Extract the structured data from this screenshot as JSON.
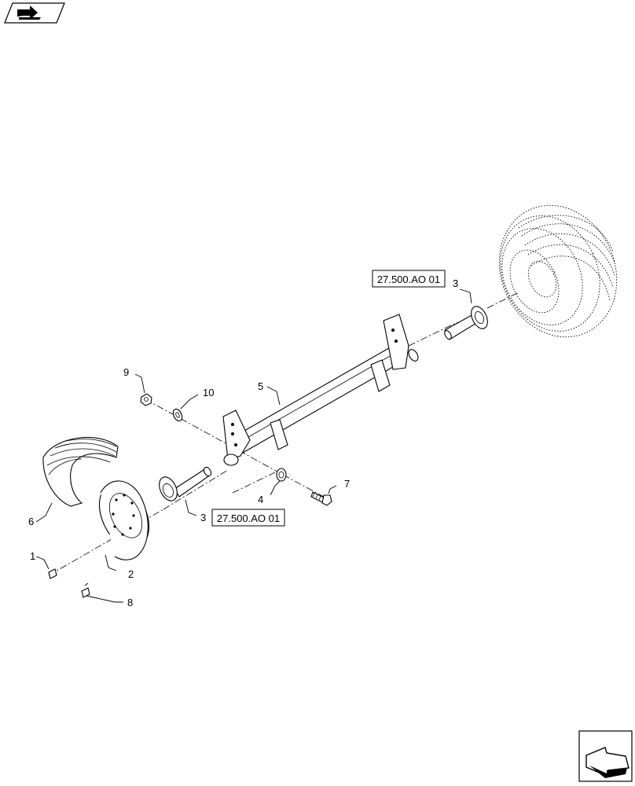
{
  "reference_boxes": [
    "27.500.AO 01",
    "27.500.AO 01"
  ],
  "callouts": {
    "c1": "1",
    "c2": "2",
    "c3a": "3",
    "c3b": "3",
    "c4": "4",
    "c5": "5",
    "c6": "6",
    "c7": "7",
    "c8": "8",
    "c9": "9",
    "c10": "10"
  },
  "icons": {
    "top_left": "previous-page-arrow-icon",
    "bottom_right": "next-page-arrow-icon"
  }
}
